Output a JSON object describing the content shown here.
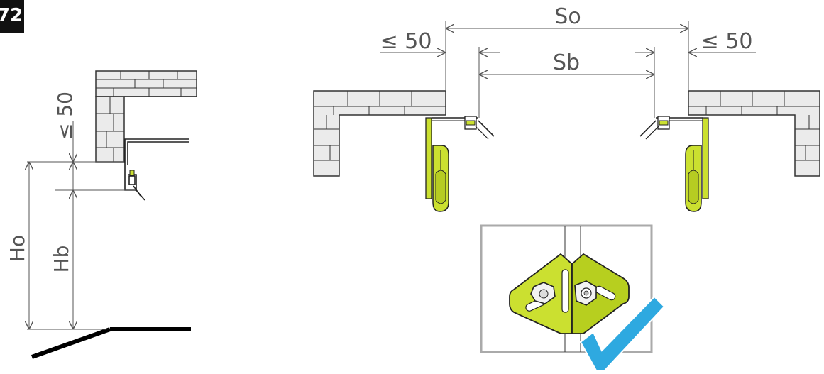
{
  "badge": {
    "label": "72"
  },
  "side_view": {
    "gap_label": "≤ 50",
    "opening_height_label": "Ho",
    "clear_height_label": "Hb"
  },
  "top_view": {
    "opening_width_label": "So",
    "clear_width_label": "Sb",
    "left_gap_label": "≤ 50",
    "right_gap_label": "≤ 50"
  },
  "detail": {
    "checkmark_icon": "checkmark-icon"
  },
  "colors": {
    "bracket": "#cbe030",
    "checkmark": "#2ea9e0",
    "dimension": "#555555",
    "brick_fill": "#ebebeb",
    "frame": "#aaaaaa"
  }
}
